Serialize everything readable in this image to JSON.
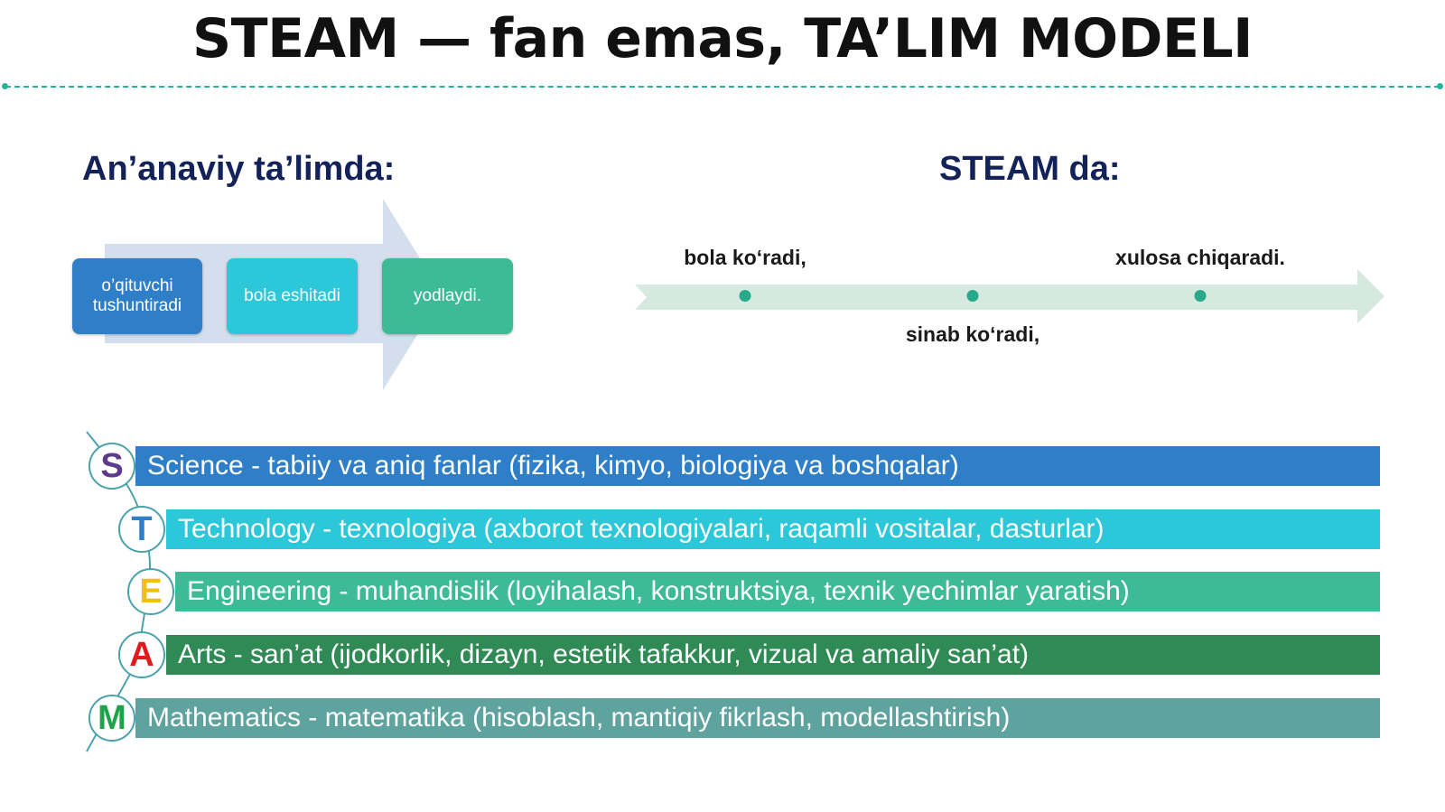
{
  "title": "STEAM — fan emas, TA’LIM MODELI",
  "traditional": {
    "heading": "An’anaviy ta’limda:",
    "steps": [
      {
        "label": "o’qituvchi tushuntiradi",
        "color": "#2f7fc8"
      },
      {
        "label": "bola eshitadi",
        "color": "#2cc7d8"
      },
      {
        "label": "yodlaydi.",
        "color": "#3dba96"
      }
    ]
  },
  "steam_process": {
    "heading": "STEAM da:",
    "steps": [
      "bola ko‘radi,",
      "sinab ko‘radi,",
      "xulosa chiqaradi."
    ]
  },
  "steam_items": [
    {
      "letter": "S",
      "text": "Science - tabiiy va aniq fanlar (fizika, kimyo, biologiya va boshqalar)",
      "bar_color": "#2f7fc8",
      "letter_color": "#5e3a8c"
    },
    {
      "letter": "T",
      "text": "Technology - texnologiya (axborot texnologiyalari, raqamli vositalar, dasturlar)",
      "bar_color": "#2cc7d8",
      "letter_color": "#2f7fc8"
    },
    {
      "letter": "E",
      "text": "Engineering - muhandislik (loyihalash, konstruktsiya, texnik yechimlar yaratish)",
      "bar_color": "#3dba96",
      "letter_color": "#f2c015"
    },
    {
      "letter": "A",
      "text": "Arts - san’at (ijodkorlik, dizayn, estetik tafakkur, vizual va amaliy san’at)",
      "bar_color": "#2f8a55",
      "letter_color": "#e01b1b"
    },
    {
      "letter": "M",
      "text": "Mathematics - matematika (hisoblash, mantiqiy fikrlash, modellashtirish)",
      "bar_color": "#5fa39e",
      "letter_color": "#1fa34a"
    }
  ]
}
